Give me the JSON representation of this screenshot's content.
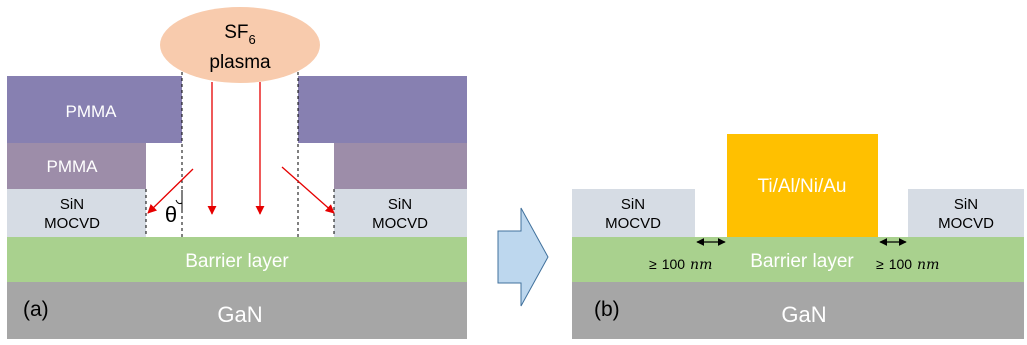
{
  "panel_a": {
    "plasma": {
      "line1": "SF",
      "line1_sub": "6",
      "line2": "plasma"
    },
    "pmma_top": "PMMA",
    "pmma_bottom": "PMMA",
    "sin_left": {
      "line1": "SiN",
      "line2": "MOCVD"
    },
    "sin_right": {
      "line1": "SiN",
      "line2": "MOCVD"
    },
    "angle": "θ",
    "barrier": "Barrier layer",
    "gan": "GaN",
    "label": "(a)"
  },
  "panel_b": {
    "contact": "Ti/Al/Ni/Au",
    "sin_left": {
      "line1": "SiN",
      "line2": "MOCVD"
    },
    "sin_right": {
      "line1": "SiN",
      "line2": "MOCVD"
    },
    "spacing_left": {
      "ge": "≥",
      "value": "100",
      "unit": "nm"
    },
    "spacing_right": {
      "ge": "≥",
      "value": "100",
      "unit": "nm"
    },
    "barrier": "Barrier layer",
    "gan": "GaN",
    "label": "(b)"
  },
  "colors": {
    "pmma_top": "#8780b1",
    "pmma_bottom": "#9d8da9",
    "sin": "#d6dce4",
    "barrier": "#a9d18e",
    "gan": "#a6a6a6",
    "contact": "#ffc000",
    "plasma": "#f8cbad",
    "arrow_red": "#e60000",
    "block_arrow": "#bdd7ee"
  }
}
